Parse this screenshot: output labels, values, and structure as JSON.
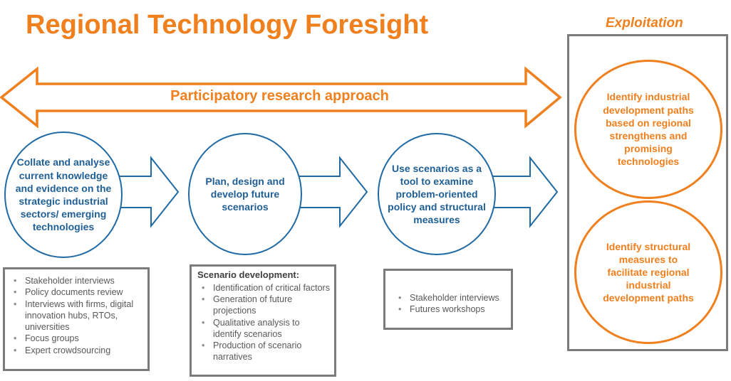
{
  "title": "Regional Technology Foresight",
  "exploitation": {
    "label": "Exploitation",
    "circles": [
      "Identify industrial development paths based on regional strengthens and promising technologies",
      "Identify structural measures to facilitate regional industrial development paths"
    ]
  },
  "banner": "Participatory research approach",
  "steps": [
    {
      "circle": "Collate and analyse current knowledge and evidence on the strategic industrial sectors/ emerging technologies",
      "box_header": "",
      "items": [
        "Stakeholder interviews",
        "Policy documents review",
        "Interviews with firms, digital innovation hubs, RTOs, universities",
        " Focus groups",
        "Expert crowdsourcing"
      ]
    },
    {
      "circle": "Plan, design and develop future scenarios",
      "box_header": "Scenario development:",
      "items": [
        "Identification of critical factors",
        "Generation of future projections",
        "Qualitative analysis to identify scenarios",
        "Production of scenario narratives"
      ]
    },
    {
      "circle": "Use scenarios as a tool to examine problem-oriented policy and structural measures",
      "box_header": "",
      "items": [
        "Stakeholder interviews",
        "Futures workshops"
      ]
    }
  ],
  "colors": {
    "accent": "#f07f1e",
    "circle_border": "#1f6aa5",
    "box_border": "#7b7b7b"
  }
}
